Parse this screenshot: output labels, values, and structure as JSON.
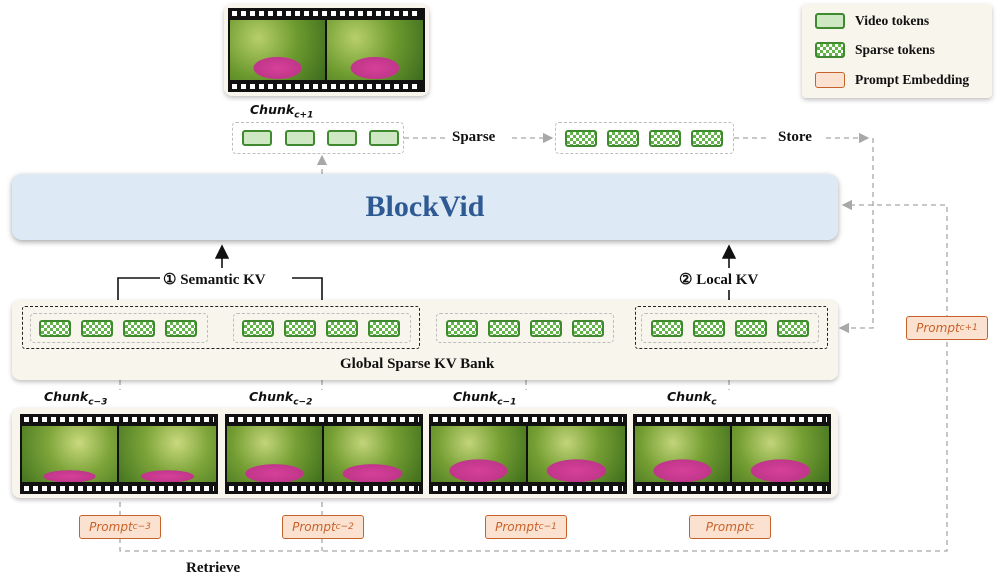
{
  "legend": {
    "video_tokens": "Video tokens",
    "sparse_tokens": "Sparse tokens",
    "prompt_embedding": "Prompt Embedding"
  },
  "model": {
    "name": "BlockVid"
  },
  "labels": {
    "sparse": "Sparse",
    "store": "Store",
    "semantic_kv": "① Semantic KV",
    "local_kv": "② Local KV",
    "bank": "Global Sparse KV Bank",
    "retrieve": "Retrieve"
  },
  "chunks": {
    "next": {
      "base": "Chunk",
      "sub": "c+1"
    },
    "c3": {
      "base": "Chunk",
      "sub": "c−3"
    },
    "c2": {
      "base": "Chunk",
      "sub": "c−2"
    },
    "c1": {
      "base": "Chunk",
      "sub": "c−1"
    },
    "c": {
      "base": "Chunk",
      "sub": "c"
    }
  },
  "prompts": {
    "c3": {
      "base": "Prompt",
      "sub": "c−3"
    },
    "c2": {
      "base": "Prompt",
      "sub": "c−2"
    },
    "c1": {
      "base": "Prompt",
      "sub": "c−1"
    },
    "c": {
      "base": "Prompt",
      "sub": "c"
    },
    "next": {
      "base": "Prompt",
      "sub": "c+1"
    }
  },
  "colors": {
    "model_fill": "#dde9f5",
    "model_text": "#2e5a94",
    "token_green": "#3f8a2f",
    "prompt_orange": "#c9622a",
    "panel": "#f8f5ec"
  }
}
